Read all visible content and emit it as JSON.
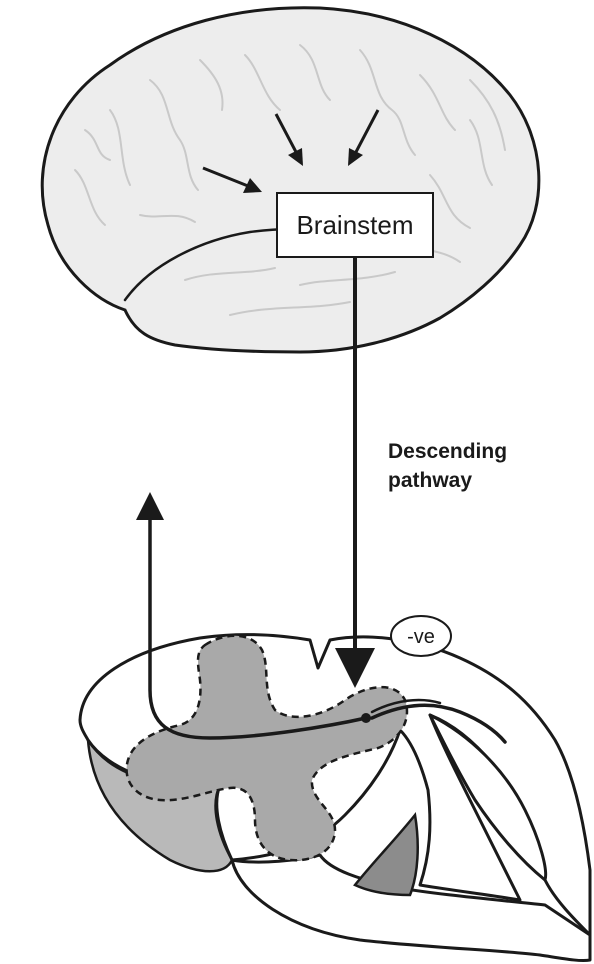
{
  "labels": {
    "brainstem": "Brainstem",
    "descending_line1": "Descending",
    "descending_line2": "pathway",
    "negative": "-ve"
  },
  "colors": {
    "brain": "#ededed",
    "outline": "#1a1a1a",
    "sulci": "#c9c9c9",
    "grey_matter": "#a9a9a9",
    "cord_shadow": "#b9b9b9"
  }
}
